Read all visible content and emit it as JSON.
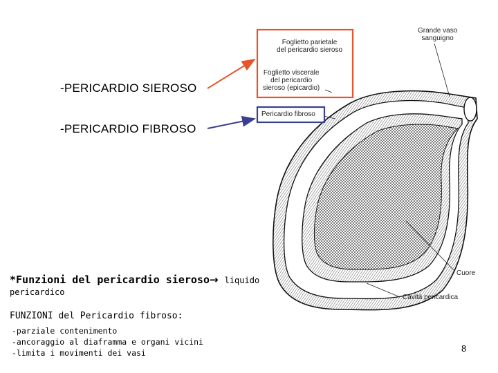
{
  "slide": {
    "label_sieroso": "-PERICARDIO SIEROSO",
    "label_fibroso": "-PERICARDIO FIBROSO",
    "funzioni_sieroso": "*Funzioni del pericardio sieroso",
    "funzioni_sieroso_liquido": "liquido",
    "funzioni_sieroso_cont": "pericardico",
    "funzioni_fibroso_title": "FUNZIONI del Pericardio fibroso:",
    "funzioni_fibroso_items": [
      "-parziale contenimento",
      "-ancoraggio al diaframma e organi vicini",
      "-limita i movimenti dei vasi"
    ],
    "page_number": "8"
  },
  "diagram": {
    "foglietto_parietale_l1": "Foglietto parietale",
    "foglietto_parietale_l2": "del pericardio sieroso",
    "foglietto_viscerale_l1": "Foglietto viscerale",
    "foglietto_viscerale_l2": "del pericardio",
    "foglietto_viscerale_l3": "sieroso (epicardio)",
    "grande_vaso_l1": "Grande vaso",
    "grande_vaso_l2": "sanguigno",
    "pericardio_fibroso": "Pericardio fibroso",
    "cuore": "Cuore",
    "cavita": "Cavità pericardica"
  },
  "colors": {
    "sieroso_box": "#e8542a",
    "fibroso_box": "#3a3f8f",
    "arrow_red": "#e8542a",
    "arrow_blue": "#3a3f8f"
  }
}
